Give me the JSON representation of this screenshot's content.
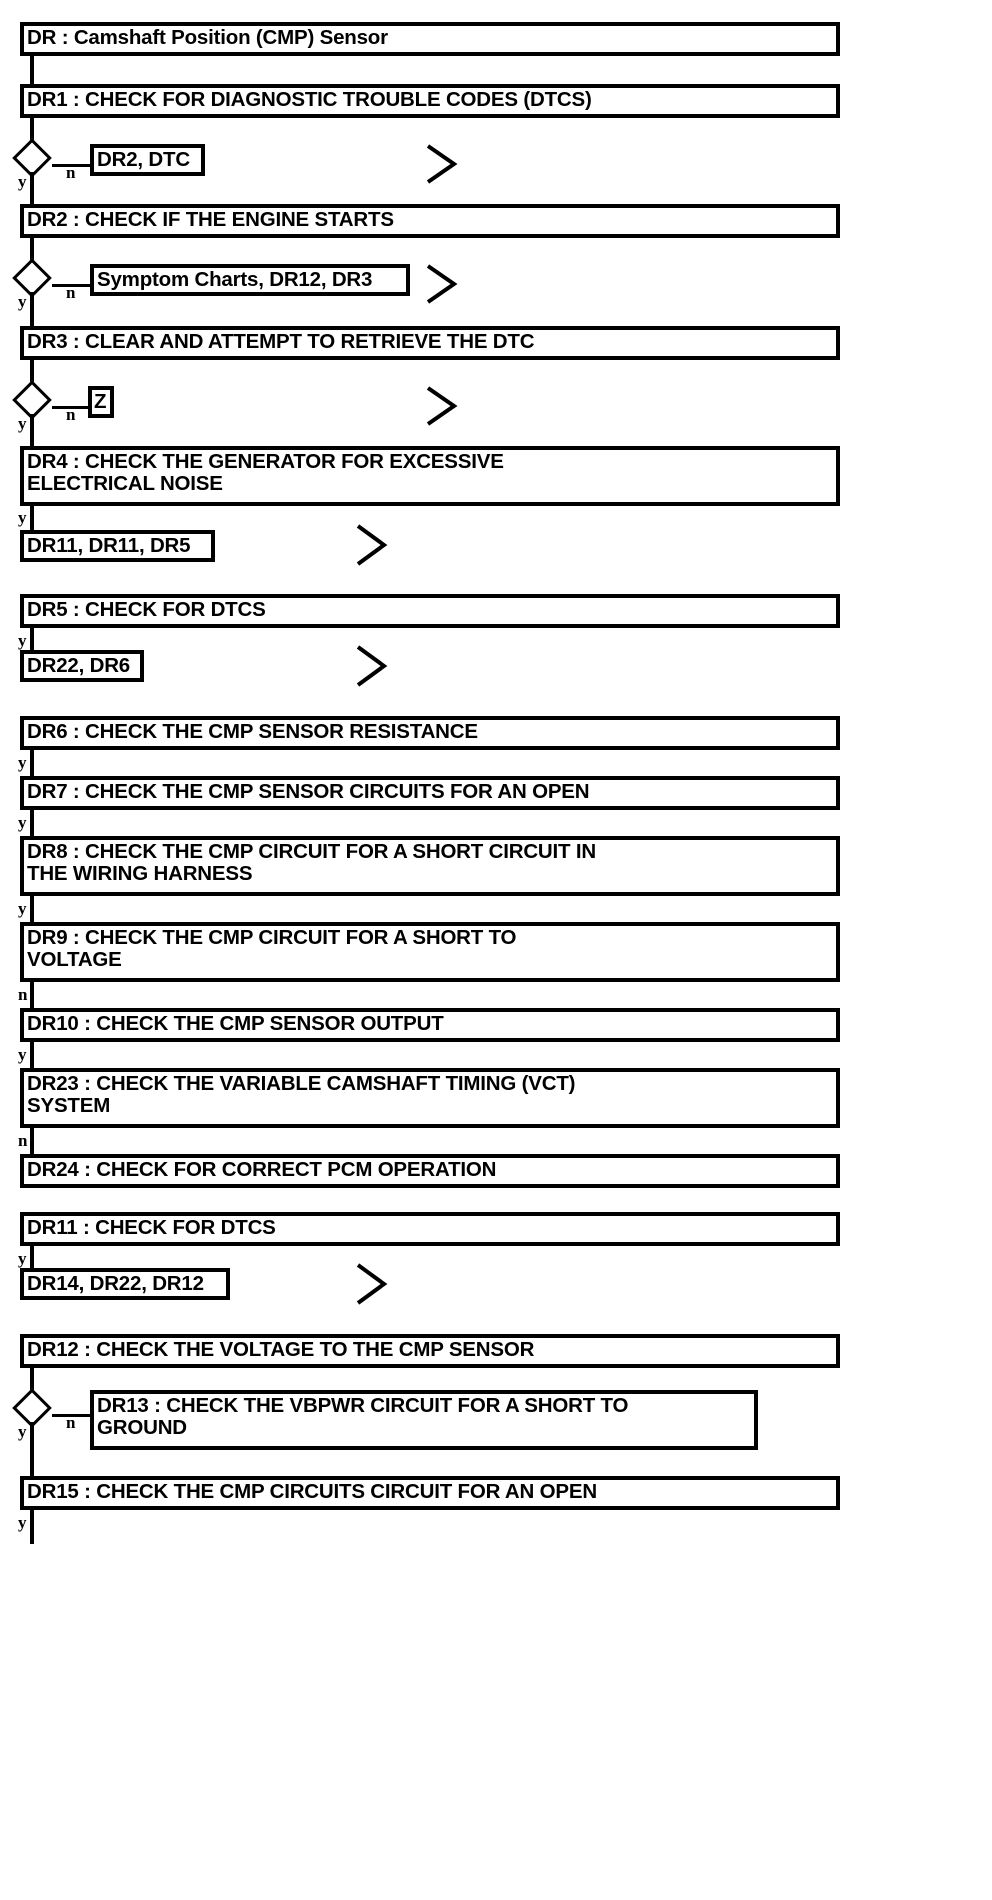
{
  "diagram": {
    "title": "DR : Camshaft Position (CMP) Sensor",
    "type": "flowchart",
    "style": {
      "stroke": "#000000",
      "fill": "#ffffff",
      "text": "#000000"
    },
    "edge_labels": {
      "yes": "y",
      "no": "n"
    },
    "nodes": {
      "root": "DR : Camshaft Position (CMP) Sensor",
      "dr1": "DR1 : CHECK FOR DIAGNOSTIC TROUBLE CODES (DTCS)",
      "ref1": "DR2, DTC",
      "dr2": "DR2 : CHECK IF THE ENGINE STARTS",
      "ref2": "Symptom Charts, DR12, DR3",
      "dr3": "DR3 : CLEAR AND ATTEMPT TO RETRIEVE THE DTC",
      "ref3": "Z",
      "dr4": "DR4 : CHECK THE GENERATOR FOR EXCESSIVE\nELECTRICAL NOISE",
      "ref4": "DR11, DR11, DR5",
      "dr5": "DR5 : CHECK FOR DTCS",
      "ref5": "DR22, DR6",
      "dr6": "DR6 : CHECK THE CMP SENSOR RESISTANCE",
      "dr7": "DR7 : CHECK THE CMP SENSOR CIRCUITS FOR AN OPEN",
      "dr8": "DR8 : CHECK THE CMP CIRCUIT FOR A SHORT CIRCUIT IN\nTHE WIRING HARNESS",
      "dr9": "DR9 : CHECK THE CMP CIRCUIT FOR A SHORT TO\nVOLTAGE",
      "dr10": "DR10 : CHECK THE CMP SENSOR OUTPUT",
      "dr23": "DR23 : CHECK THE VARIABLE CAMSHAFT TIMING (VCT)\nSYSTEM",
      "dr24": "DR24 : CHECK FOR CORRECT PCM OPERATION",
      "dr11": "DR11 : CHECK FOR DTCS",
      "ref6": "DR14, DR22, DR12",
      "dr12": "DR12 : CHECK THE VOLTAGE TO THE CMP SENSOR",
      "dr13": "DR13 : CHECK THE VBPWR CIRCUIT FOR A SHORT TO\nGROUND",
      "dr15": "DR15 : CHECK THE CMP CIRCUITS CIRCUIT FOR AN OPEN"
    },
    "branch_labels": {
      "b1y": "y",
      "b1n": "n",
      "b2y": "y",
      "b2n": "n",
      "b3y": "y",
      "b3n": "n",
      "e4": "y",
      "e5": "y",
      "e6": "y",
      "e7": "y",
      "e8": "y",
      "e9": "n",
      "e10": "y",
      "e23": "n",
      "e11": "y",
      "b12y": "y",
      "b12n": "n",
      "e15": "y"
    }
  }
}
